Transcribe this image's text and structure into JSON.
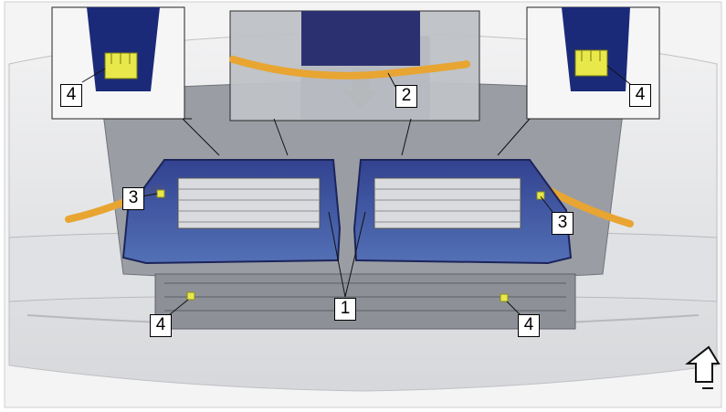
{
  "callouts": {
    "c1": "1",
    "c2": "2",
    "c3_left": "3",
    "c3_right": "3",
    "c4_top_left": "4",
    "c4_top_right": "4",
    "c4_bottom_left": "4",
    "c4_bottom_right": "4"
  },
  "colors": {
    "duct_blue": "#1b2a78",
    "duct_light": "#4a6fbf",
    "hose_orange": "#e8a532",
    "clip_yellow": "#e8e84a",
    "engine_gray": "#8a8e94",
    "body_light": "#e6e7e9"
  },
  "icons": {
    "direction": "forward-arrow-icon"
  }
}
